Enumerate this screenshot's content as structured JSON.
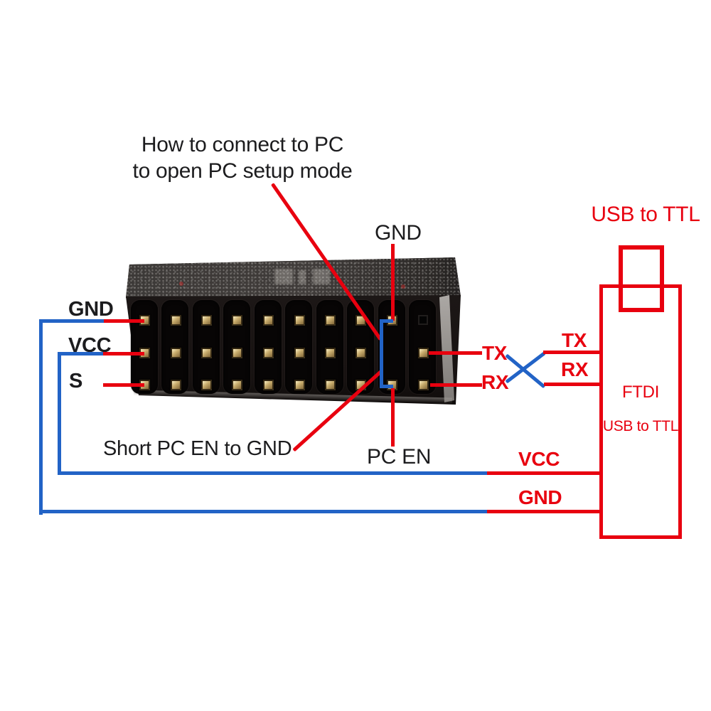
{
  "title": {
    "line1": "How to connect to PC",
    "line2": "to open PC setup mode"
  },
  "device": {
    "top_pin_label": "GND",
    "left_pin_labels": {
      "gnd": "GND",
      "vcc": "VCC",
      "s": "S"
    },
    "short_note": "Short PC EN to GND",
    "pc_en_label": "PC EN"
  },
  "signals": {
    "tx_left": "TX",
    "rx_left": "RX",
    "tx_right": "TX",
    "rx_right": "RX",
    "vcc_wire": "VCC",
    "gnd_wire": "GND"
  },
  "adapter": {
    "heading": "USB to TTL",
    "chip": "FTDI",
    "type": "USB to TTL"
  },
  "colors": {
    "wire_red": "#e8000f",
    "wire_blue": "#2263c6",
    "label_black": "#1c1c1e",
    "device_body": "#171211",
    "pin_gold": "#c7ab6c"
  }
}
